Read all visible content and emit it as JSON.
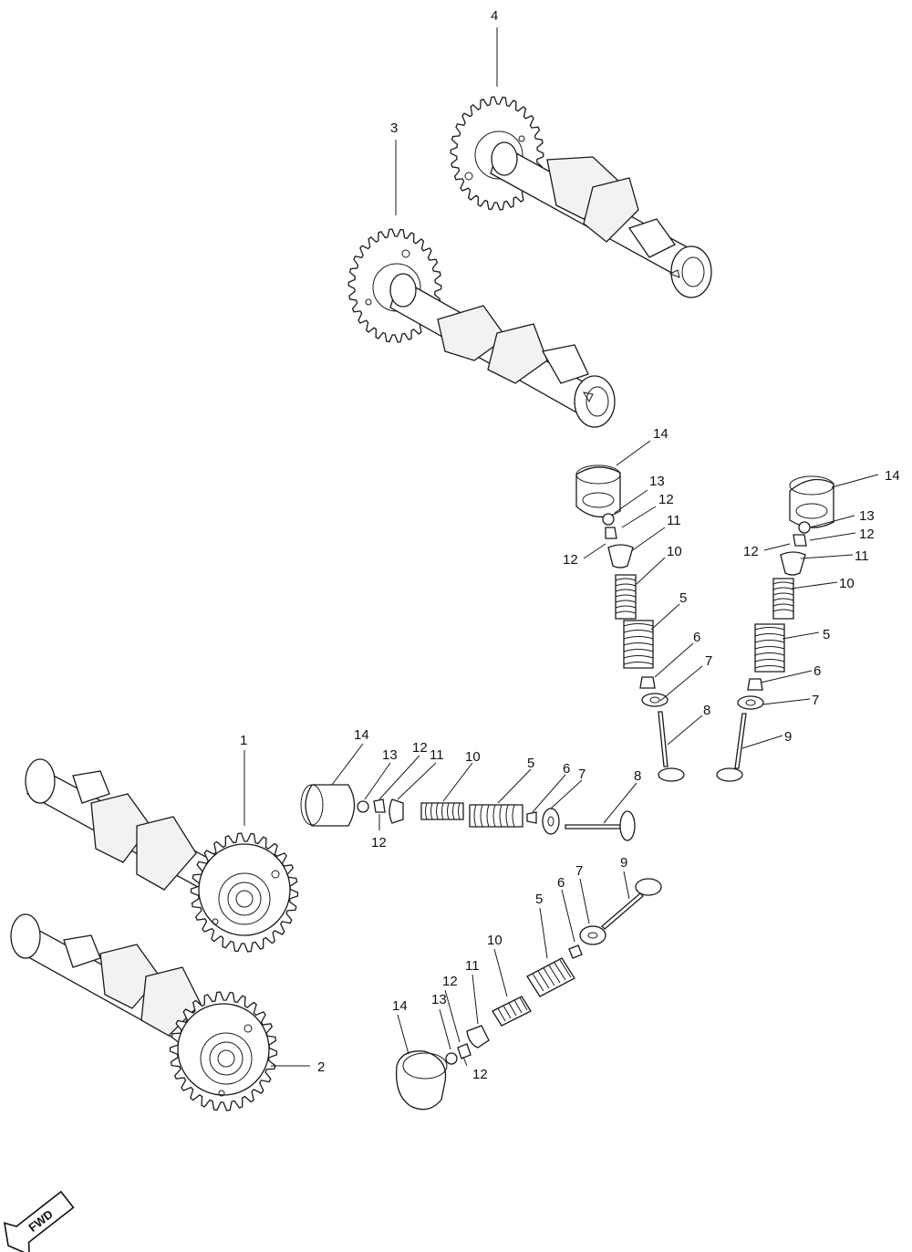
{
  "diagram": {
    "type": "exploded-parts-diagram",
    "colors": {
      "line": "#1a1a1a",
      "background": "#ffffff"
    },
    "direction_badge": {
      "text": "FWD",
      "icon": "forward-arrow-icon"
    },
    "callouts": {
      "c4_top": "4",
      "c3_top": "3",
      "r1_14": "14",
      "r1_13": "13",
      "r1_12a": "12",
      "r1_12b": "12",
      "r1_11": "11",
      "r1_10": "10",
      "r1_5": "5",
      "r1_6": "6",
      "r1_7": "7",
      "r1_8": "8",
      "r2_14": "14",
      "r2_13": "13",
      "r2_12a": "12",
      "r2_12b": "12",
      "r2_11": "11",
      "r2_10": "10",
      "r2_5": "5",
      "r2_6": "6",
      "r2_7": "7",
      "r2_9": "9",
      "c1": "1",
      "c2": "2",
      "h1_14": "14",
      "h1_13": "13",
      "h1_12a": "12",
      "h1_11": "11",
      "h1_10": "10",
      "h1_5": "5",
      "h1_6": "6",
      "h1_7": "7",
      "h1_8": "8",
      "h1_12b": "12",
      "h2_14": "14",
      "h2_13": "13",
      "h2_12a": "12",
      "h2_11": "11",
      "h2_10": "10",
      "h2_5": "5",
      "h2_6": "6",
      "h2_7": "7",
      "h2_9": "9",
      "h2_12b": "12"
    }
  }
}
